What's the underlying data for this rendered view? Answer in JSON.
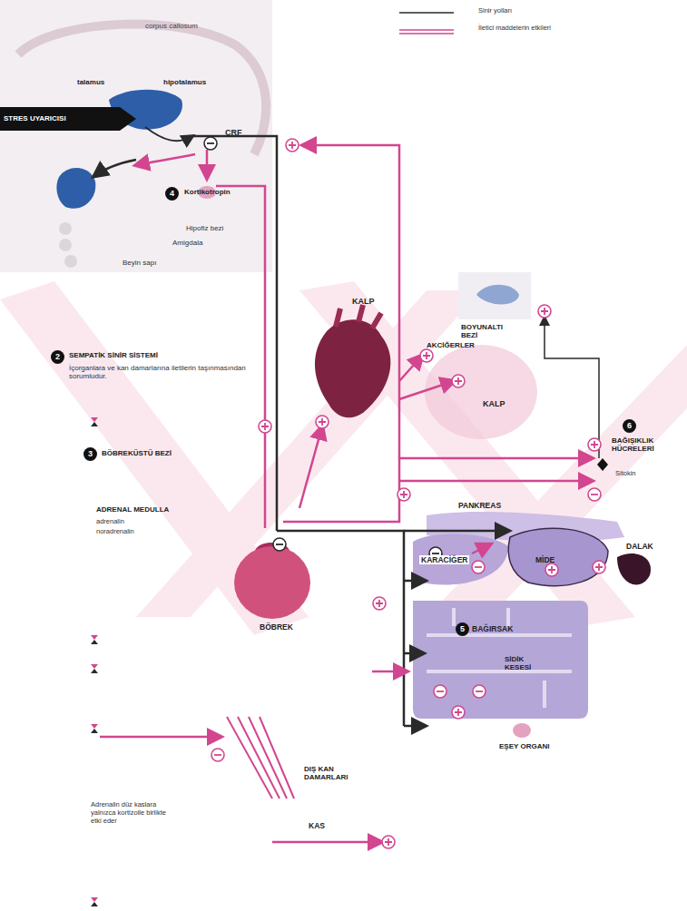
{
  "diagram": {
    "nodes": [
      {
        "text": [
          "STRES UYARICISI"
        ]
      }
    ],
    "labels": [
      "corpus callosum",
      "talamus",
      "hipotalamus",
      "CRF",
      "4",
      "Kortikotropin",
      "Hipofiz bezi",
      "Amigdala",
      "Beyin sapı",
      "2",
      "SEMPATİK SİNİR SİSTEMİ",
      "İçorganlara ve kan damarlarına iletilerin taşınmasından sorumludur.",
      "KALP",
      "AKCİĞERLER",
      "BOYUNALTI BEZİ",
      "KALP",
      "3",
      "BÖBREKÜSTÜ BEZİ",
      "ADRENAL MEDULLA",
      "adrenalin",
      "noradrenalin",
      "6",
      "BAĞIŞIKLIK HÜCRELERİ",
      "Sitokin",
      "PANKREAS",
      "KARACİĞER",
      "MİDE",
      "DALAK",
      "BÖBREK",
      "5",
      "BAĞIRSAK",
      "SİDİK KESESİ",
      "EŞEY ORGANI",
      "Adrenalin düz kaslara yalnızca kortizolle birlikte etki eder",
      "DIŞ KAN DAMARLARI",
      "KAS"
    ],
    "legend": [
      {
        "text": "Sinir yolları"
      },
      {
        "text": "İletici maddelerin etkileri"
      }
    ]
  }
}
